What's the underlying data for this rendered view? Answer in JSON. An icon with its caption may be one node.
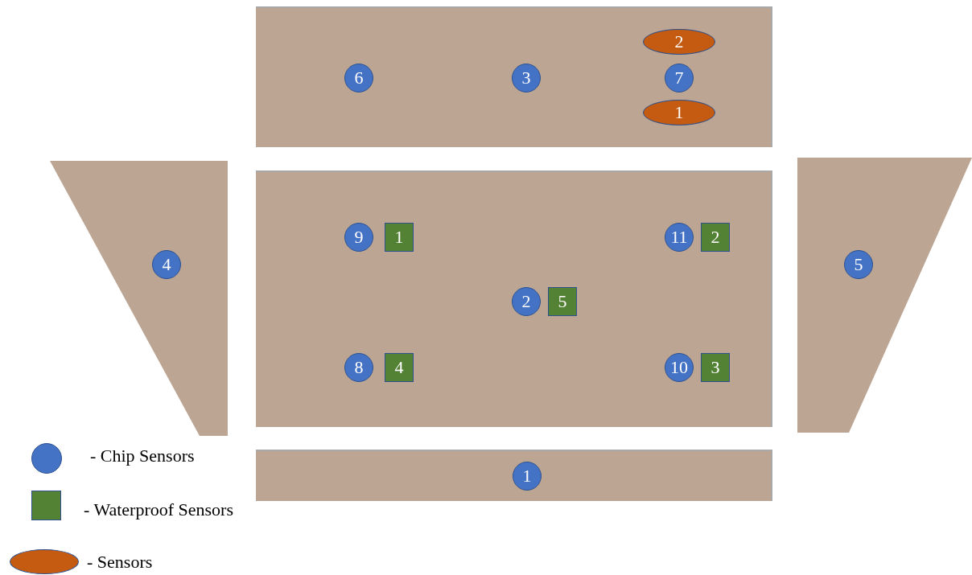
{
  "diagram": {
    "nodes": [
      {
        "text": [],
        "shape": "box"
      },
      {
        "text": [
          "6"
        ],
        "in": 0
      },
      {
        "text": [
          "3"
        ],
        "in": 0
      },
      {
        "text": [
          "2"
        ],
        "in": 0
      },
      {
        "text": [
          "7"
        ],
        "in": 0
      },
      {
        "text": [
          "1"
        ],
        "in": 0
      },
      {
        "text": [],
        "shape": "trapezoid"
      },
      {
        "text": [
          "4"
        ],
        "in": 6
      },
      {
        "text": [],
        "shape": "box"
      },
      {
        "text": [
          "9"
        ],
        "in": 8
      },
      {
        "text": [
          "1"
        ],
        "in": 8
      },
      {
        "text": [
          "11"
        ],
        "in": 8
      },
      {
        "text": [
          "2"
        ],
        "in": 8
      },
      {
        "text": [
          "2"
        ],
        "in": 8
      },
      {
        "text": [
          "5"
        ],
        "in": 8
      },
      {
        "text": [
          "8"
        ],
        "in": 8
      },
      {
        "text": [
          "4"
        ],
        "in": 8
      },
      {
        "text": [
          "10"
        ],
        "in": 8
      },
      {
        "text": [
          "3"
        ],
        "in": 8
      },
      {
        "text": [],
        "shape": "trapezoid"
      },
      {
        "text": [
          "5"
        ],
        "in": 19
      },
      {
        "text": [],
        "shape": "box"
      },
      {
        "text": [
          "1"
        ],
        "in": 21
      }
    ],
    "legend": [
      {
        "text": "- Chip Sensors",
        "color": "#4472c4"
      },
      {
        "text": "- Waterproof Sensors",
        "color": "#548235"
      },
      {
        "text": "- Sensors",
        "color": "#c55a11"
      }
    ]
  }
}
